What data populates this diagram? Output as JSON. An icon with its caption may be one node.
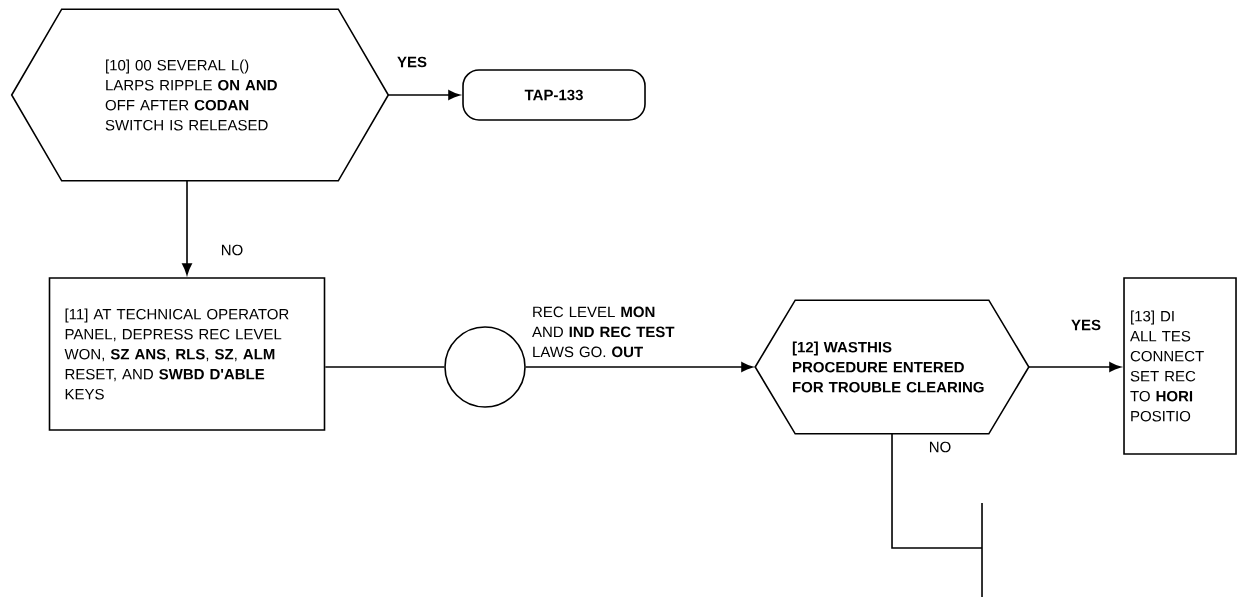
{
  "diagram": {
    "nodes": [
      {
        "text": [
          "[10] 00 SEVERAL L() LARPS RIPPLE **ON AND** OFF AFTER **CODAN** SWITCH IS RELEASED"
        ]
      },
      {
        "text": [
          "TAP-133"
        ]
      },
      {
        "text": [
          "[11] AT TECHNICAL OPERATOR PANEL, DEPRESS REC LEVEL WON, **SZ ANS**, **RLS**, **SZ**, **ALM** RESET, AND **SWBD D'ABLE** KEYS"
        ]
      },
      {
        "text": [],
        "shape": "circle"
      },
      {
        "text": [
          "[12] WASTHIS PROCEDURE ENTERED FOR TROUBLE CLEARING"
        ]
      },
      {
        "text": [
          "[13] DI ALL TES CONNECT SET REC TO **HORI** POSITIO"
        ]
      }
    ],
    "edges": [
      {
        "from": 0,
        "to": 1,
        "arrow": "to",
        "label": "YES"
      },
      {
        "from": 0,
        "to": 2,
        "arrow": "to",
        "label": "NO"
      },
      {
        "from": 2,
        "to": 3,
        "arrow": "none"
      },
      {
        "from": 3,
        "to": 4,
        "arrow": "to",
        "label": "REC LEVEL **MON** AND **IND REC TEST** LAWS GO. **OUT**"
      },
      {
        "from": 4,
        "to": 5,
        "arrow": "to",
        "label": "YES"
      },
      {
        "from": 4,
        "to": null,
        "arrow": "none",
        "label": "NO"
      }
    ]
  }
}
